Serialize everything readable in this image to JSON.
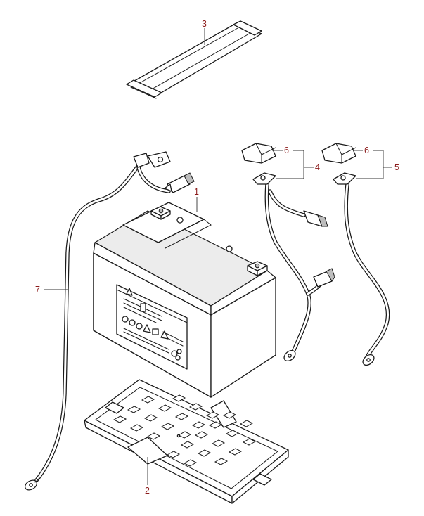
{
  "callouts": {
    "battery": "1",
    "battery_tray": "2",
    "battery_band": "3",
    "positive_lead_set": "4",
    "negative_lead_set": "5",
    "terminal_cover_positive": "6",
    "terminal_cover_negative": "6",
    "ground_wire": "7"
  },
  "colors": {
    "callout_text": "#8b1a1a",
    "line": "#1a1a1a"
  },
  "icons": [
    "warning-triangle-icon",
    "recycle-symbol-icon"
  ]
}
